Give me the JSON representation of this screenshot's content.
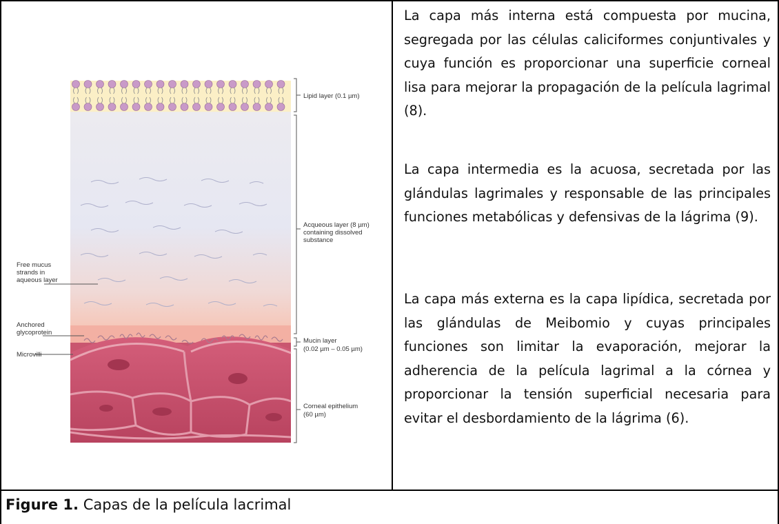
{
  "figure": {
    "labels": {
      "lipid": "Lipid layer (0.1 µm)",
      "aqueous_1": "Acqueous layer (8 µm)",
      "aqueous_2": "containing dissolved",
      "aqueous_3": "substance",
      "free_mucus_1": "Free mucus",
      "free_mucus_2": "strands in",
      "free_mucus_3": "aqueous layer",
      "anchored_1": "Anchored",
      "anchored_2": "glycoprotein",
      "microvilli": "Microvilli",
      "mucin_1": "Mucin layer",
      "mucin_2": "(0.02 µm – 0.05 µm)",
      "corneal_1": "Corneal epithelium",
      "corneal_2": "(60 µm)"
    },
    "colors": {
      "lipid_head": "#c99ac8",
      "aqueous_top": "#e6e6f0",
      "aqueous_bottom": "#f3c7b9",
      "mucin": "#f0a7a0",
      "cells": "#c85470"
    }
  },
  "paragraphs": [
    "La capa más interna está compuesta por mucina, segregada por las células caliciformes conjuntivales y cuya función es proporcionar una superficie corneal lisa para mejorar la propagación de la película lagrimal (8).",
    "La capa intermedia es la acuosa, secretada por las glándulas lagrimales y responsable de las principales funciones metabólicas y defensivas de la lágrima (9).",
    "La capa más externa es la capa lipídica, secretada por las glándulas de Meibomio y cuyas principales funciones son limitar la evaporación, mejorar la adherencia de la película lagrimal a la córnea y proporcionar la tensión superficial necesaria para evitar el desbordamiento de la lágrima (6)."
  ],
  "caption": {
    "prefix": "Figure 1.",
    "text": " Capas de la película lacrimal"
  }
}
